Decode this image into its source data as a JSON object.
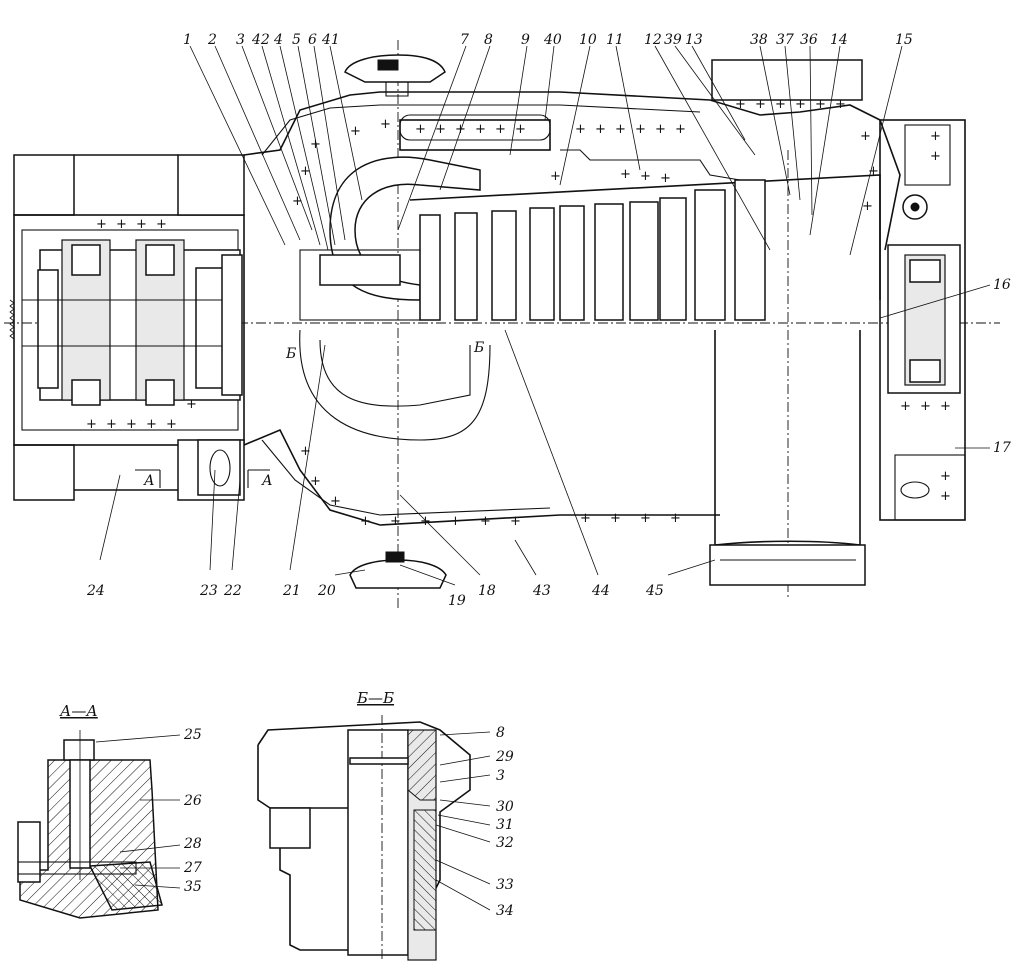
{
  "callouts": {
    "c1": "1",
    "c2": "2",
    "c3": "3",
    "c42": "42",
    "c4": "4",
    "c5": "5",
    "c6": "6",
    "c41": "41",
    "c7": "7",
    "c8": "8",
    "c9": "9",
    "c40": "40",
    "c10": "10",
    "c11": "11",
    "c12": "12",
    "c39": "39",
    "c13": "13",
    "c38": "38",
    "c37": "37",
    "c36": "36",
    "c14": "14",
    "c15": "15",
    "c16": "16",
    "c17": "17",
    "c24": "24",
    "c23": "23",
    "c22": "22",
    "c21": "21",
    "c20": "20",
    "c19": "19",
    "c18": "18",
    "c43": "43",
    "c44": "44",
    "c45": "45",
    "c25": "25",
    "c26": "26",
    "c28": "28",
    "c27": "27",
    "c35": "35",
    "c8b": "8",
    "c29": "29",
    "c3b": "3",
    "c30": "30",
    "c31": "31",
    "c32": "32",
    "c33": "33",
    "c34": "34"
  },
  "section_marks": {
    "aa_title": "А—А",
    "bb_title": "Б—Б",
    "a_left": "А",
    "a_right": "А",
    "b_left": "Б",
    "b_right": "Б"
  }
}
